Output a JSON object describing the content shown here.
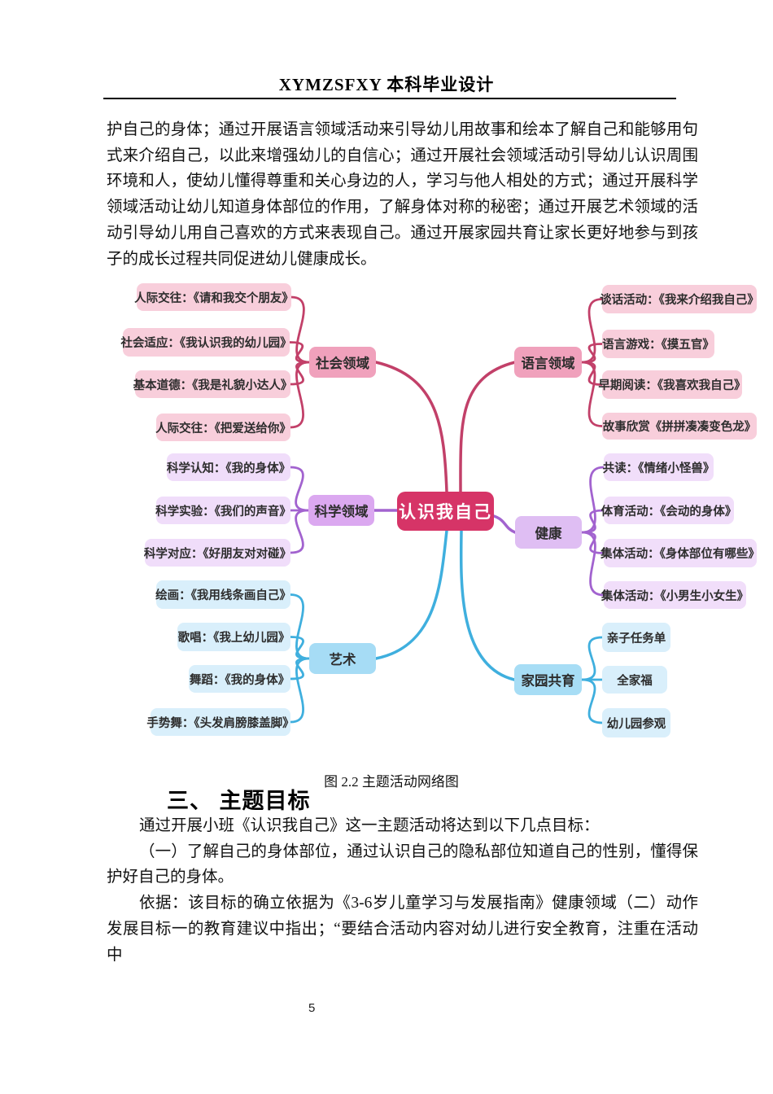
{
  "header": {
    "title": "XYMZSFXY 本科毕业设计"
  },
  "intro_paragraph": "护自己的身体；通过开展语言领域活动来引导幼儿用故事和绘本了解自己和能够用句式来介绍自己，以此来增强幼儿的自信心；通过开展社会领域活动引导幼儿认识周围环境和人，使幼儿懂得尊重和关心身边的人，学习与他人相处的方式；通过开展科学领域活动让幼儿知道身体部位的作用，了解身体对称的秘密；通过开展艺术领域的活动引导幼儿用自己喜欢的方式来表现自己。通过开展家园共育让家长更好地参与到孩子的成长过程共同促进幼儿健康成长。",
  "mindmap": {
    "center": {
      "label": "认识我自己",
      "bg": "#D63467",
      "text_color": "#FFFFFF"
    },
    "branches": [
      {
        "id": "social",
        "label": "社会领域",
        "line_color": "#C24069",
        "parent_bg": "#F0A1BC",
        "child_bg": "#F8CEDB",
        "children": [
          "人际交往：《请和我交个朋友》",
          "社会适应：《我认识我的幼儿园》",
          "基本道德：《我是礼貌小达人》",
          "人际交往：《把爱送给你》"
        ]
      },
      {
        "id": "language",
        "label": "语言领域",
        "line_color": "#C24069",
        "parent_bg": "#F0A1BC",
        "child_bg": "#F8CEDB",
        "children": [
          "谈话活动：《我来介绍我自己》",
          "语言游戏：《摸五官》",
          "早期阅读：《我喜欢我自己》",
          "故事欣赏《拼拼凑凑变色龙》"
        ]
      },
      {
        "id": "science",
        "label": "科学领域",
        "line_color": "#A263CF",
        "parent_bg": "#DBA8F0",
        "child_bg": "#F0DDFA",
        "children": [
          "科学认知：《我的身体》",
          "科学实验：《我们的声音》",
          "科学对应：《好朋友对对碰》"
        ]
      },
      {
        "id": "health",
        "label": "健康",
        "line_color": "#A263CF",
        "parent_bg": "#DFBEF3",
        "child_bg": "#F1DEFA",
        "children": [
          "共读：《情绪小怪兽》",
          "体育活动：《会动的身体》",
          "集体活动：《身体部位有哪些》",
          "集体活动：《小男生小女生》"
        ]
      },
      {
        "id": "art",
        "label": "艺术",
        "line_color": "#3FAFDE",
        "parent_bg": "#A6DCF5",
        "child_bg": "#D9EFFB",
        "children": [
          "绘画：《我用线条画自己》",
          "歌唱：《我上幼儿园》",
          "舞蹈：《我的身体》",
          "手势舞：《头发肩膀膝盖脚》"
        ]
      },
      {
        "id": "family",
        "label": "家园共育",
        "line_color": "#3FAFDE",
        "parent_bg": "#A7DDF5",
        "child_bg": "#D9EFFB",
        "children": [
          "亲子任务单",
          "全家福",
          "幼儿园参观"
        ]
      }
    ]
  },
  "figure": {
    "caption": "图 2.2 主题活动网络图"
  },
  "section": {
    "heading": "三、 主题目标",
    "paragraphs": [
      "通过开展小班《认识我自己》这一主题活动将达到以下几点目标：",
      "（一）了解自己的身体部位，通过认识自己的隐私部位知道自己的性别，懂得保护好自己的身体。",
      "依据：该目标的确立依据为《3-6岁儿童学习与发展指南》健康领域（二）动作发展目标一的教育建议中指出；“要结合活动内容对幼儿进行安全教育，注重在活动中"
    ]
  },
  "page_number": "5"
}
